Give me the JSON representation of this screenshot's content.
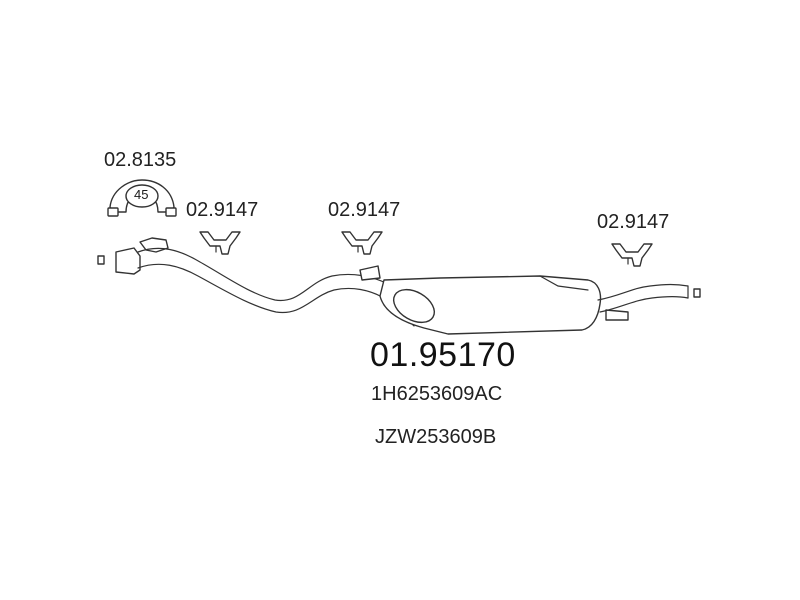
{
  "parts": {
    "clamp": {
      "number": "02.8135",
      "size": "45",
      "icon": "exhaust-clamp-icon"
    },
    "hanger_1": {
      "number": "02.9147",
      "icon": "rubber-hanger-icon"
    },
    "hanger_2": {
      "number": "02.9147",
      "icon": "rubber-hanger-icon"
    },
    "hanger_3": {
      "number": "02.9147",
      "icon": "rubber-hanger-icon"
    },
    "main": {
      "number": "01.95170",
      "icon": "rear-silencer-icon"
    }
  },
  "oem_numbers": [
    "1H6253609AC",
    "JZW253609B"
  ],
  "colors": {
    "line": "#333333",
    "background": "#ffffff",
    "text": "#111111"
  }
}
